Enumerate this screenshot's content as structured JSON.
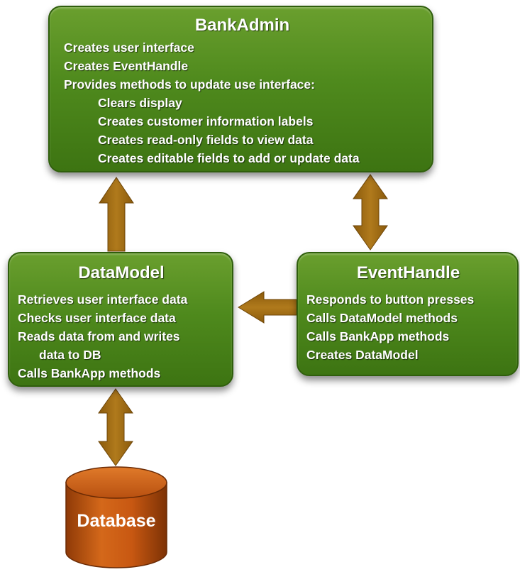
{
  "bankadmin": {
    "title": "BankAdmin",
    "lines": [
      "Creates user interface",
      "Creates EventHandle",
      "Provides methods to update use interface:",
      "Clears display",
      "Creates customer information labels",
      "Creates read-only fields to view data",
      "Creates editable fields to add or update data"
    ]
  },
  "datamodel": {
    "title": "DataModel",
    "lines": [
      "Retrieves user interface data",
      "Checks user interface data",
      "Reads data from and writes",
      "data to DB",
      "Calls BankApp methods"
    ]
  },
  "eventhandle": {
    "title": "EventHandle",
    "lines": [
      "Responds to button presses",
      "Calls DataModel methods",
      "Calls BankApp methods",
      "Creates DataModel"
    ]
  },
  "database": {
    "label": "Database"
  },
  "colors": {
    "box_green": "#4f8a1d",
    "arrow_brown": "#a0680f",
    "database_orange": "#c8560f"
  }
}
